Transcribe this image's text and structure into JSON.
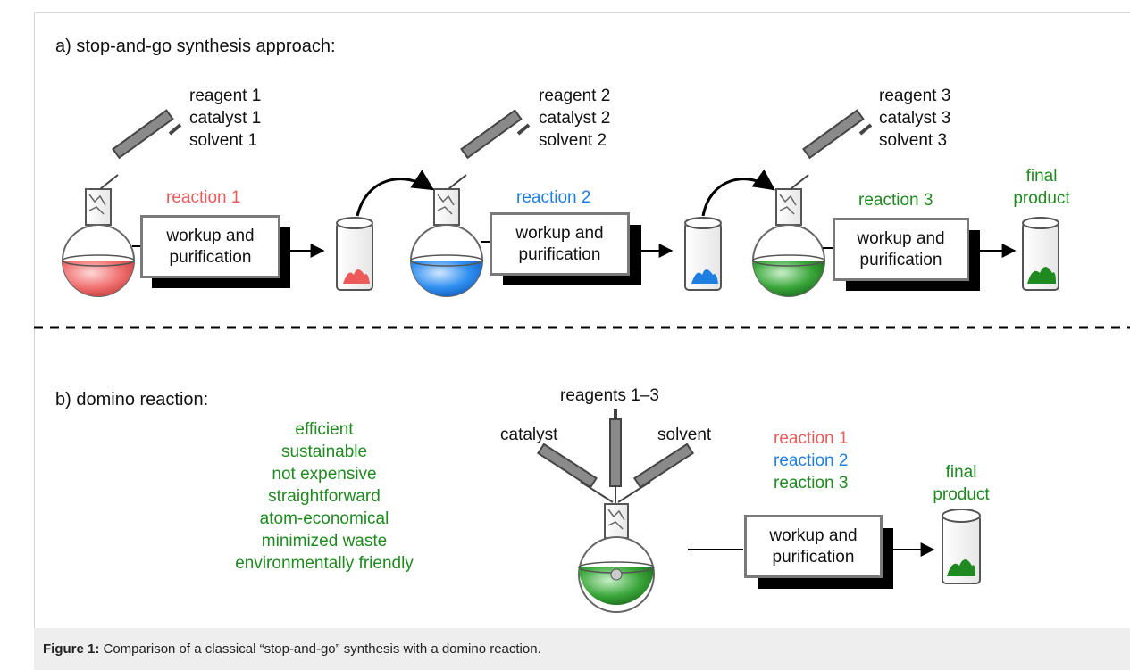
{
  "section_a": {
    "heading": "a) stop-and-go synthesis approach:",
    "steps": [
      {
        "reagent": "reagent 1",
        "catalyst": "catalyst 1",
        "solvent": "solvent 1",
        "reaction": "reaction 1",
        "color": "#ec5a5a"
      },
      {
        "reagent": "reagent 2",
        "catalyst": "catalyst 2",
        "solvent": "solvent 2",
        "reaction": "reaction 2",
        "color": "#1f7fe0"
      },
      {
        "reagent": "reagent 3",
        "catalyst": "catalyst 3",
        "solvent": "solvent 3",
        "reaction": "reaction 3",
        "color": "#1f8a1f"
      }
    ],
    "box_line1": "workup and",
    "box_line2": "purification",
    "final_line1": "final",
    "final_line2": "product"
  },
  "section_b": {
    "heading": "b) domino reaction:",
    "advantages": [
      "efficient",
      "sustainable",
      "not expensive",
      "straightforward",
      "atom-economical",
      "minimized waste",
      "environmentally friendly"
    ],
    "syringe_labels": {
      "left": "catalyst",
      "middle": "reagents 1–3",
      "right": "solvent"
    },
    "reactions": [
      "reaction 1",
      "reaction 2",
      "reaction 3"
    ],
    "box_line1": "workup and",
    "box_line2": "purification",
    "final_line1": "final",
    "final_line2": "product"
  },
  "caption": {
    "label": "Figure 1:",
    "text": " Comparison of a classical “stop-and-go” synthesis with a domino reaction."
  }
}
